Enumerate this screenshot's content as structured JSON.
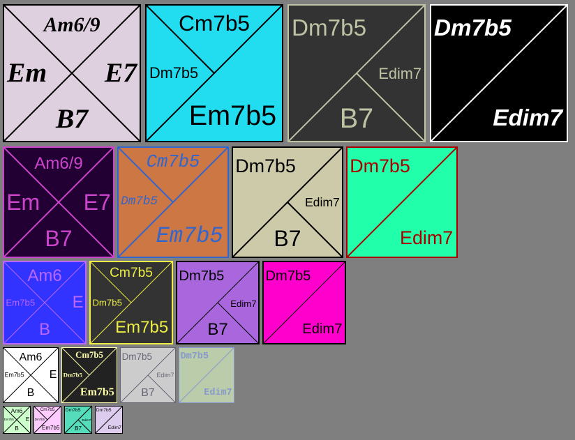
{
  "tiles": [
    {
      "kind": "x",
      "bg": "#dfd0df",
      "border": "#000000",
      "line": "#000000",
      "color": "#000000",
      "font": "serif",
      "style": "italic",
      "weight": "bold",
      "labels": {
        "top": "Am6/9",
        "left": "Em",
        "right": "E7",
        "bottom": "B7"
      }
    },
    {
      "kind": "split",
      "bg": "#22dcef",
      "border": "#000000",
      "line": "#000000",
      "color": "#000000",
      "font": "sans",
      "style": "normal",
      "weight": "normal",
      "labels": {
        "top": "Cm7b5",
        "left": "Dm7b5",
        "bottom": "Em7b5"
      }
    },
    {
      "kind": "tri",
      "bg": "#333333",
      "border": "#bcc4a4",
      "line": "#bcc4a4",
      "color": "#bcc4a4",
      "font": "sans",
      "style": "normal",
      "weight": "normal",
      "labels": {
        "topleft": "Dm7b5",
        "right": "Edim7",
        "bottom": "B7"
      }
    },
    {
      "kind": "diag",
      "bg": "#000000",
      "border": "#ffffff",
      "line": "#ffffff",
      "color": "#ffffff",
      "font": "sans",
      "style": "italic",
      "weight": "bold",
      "labels": {
        "topleft": "Dm7b5",
        "bottomright": "Edim7"
      }
    },
    {
      "kind": "x",
      "bg": "#220033",
      "border": "#cc44cc",
      "line": "#cc44cc",
      "color": "#cc44cc",
      "font": "sans",
      "style": "normal",
      "weight": "normal",
      "labels": {
        "top": "Am6/9",
        "left": "Em",
        "right": "E7",
        "bottom": "B7"
      }
    },
    {
      "kind": "split",
      "bg": "#cc7744",
      "border": "#3366cc",
      "line": "#3366cc",
      "color": "#3366cc",
      "font": "mono",
      "style": "italic",
      "weight": "normal",
      "labels": {
        "top": "Cm7b5",
        "left": "Dm7b5",
        "bottom": "Em7b5"
      }
    },
    {
      "kind": "tri",
      "bg": "#cccaa8",
      "border": "#000000",
      "line": "#000000",
      "color": "#000000",
      "font": "sans",
      "style": "normal",
      "weight": "normal",
      "labels": {
        "topleft": "Dm7b5",
        "right": "Edim7",
        "bottom": "B7"
      }
    },
    {
      "kind": "diag",
      "bg": "#22ffaa",
      "border": "#aa0000",
      "line": "#aa0000",
      "color": "#aa0000",
      "font": "sans",
      "style": "normal",
      "weight": "normal",
      "labels": {
        "topleft": "Dm7b5",
        "bottomright": "Edim7"
      }
    },
    {
      "kind": "x",
      "bg": "#3333ff",
      "border": "#bb66ff",
      "line": "#bb66ff",
      "color": "#bb66ff",
      "font": "sans",
      "style": "normal",
      "weight": "normal",
      "labels": {
        "top": "Am6",
        "left": "Em7b5",
        "right": "E",
        "bottom": "B"
      }
    },
    {
      "kind": "split",
      "bg": "#333333",
      "border": "#eeee44",
      "line": "#eeee44",
      "color": "#eeee44",
      "font": "sans",
      "style": "normal",
      "weight": "normal",
      "labels": {
        "top": "Cm7b5",
        "left": "Dm7b5",
        "bottom": "Em7b5"
      }
    },
    {
      "kind": "tri",
      "bg": "#aa66dd",
      "border": "#000000",
      "line": "#000000",
      "color": "#000000",
      "font": "sans",
      "style": "normal",
      "weight": "normal",
      "labels": {
        "topleft": "Dm7b5",
        "right": "Edim7",
        "bottom": "B7"
      }
    },
    {
      "kind": "diag",
      "bg": "#ff00cc",
      "border": "#000000",
      "line": "#000000",
      "color": "#000000",
      "font": "sans",
      "style": "normal",
      "weight": "normal",
      "labels": {
        "topleft": "Dm7b5",
        "bottomright": "Edim7"
      }
    },
    {
      "kind": "x",
      "bg": "#ffffff",
      "border": "#000000",
      "line": "#000000",
      "color": "#000000",
      "font": "sans",
      "style": "normal",
      "weight": "normal",
      "labels": {
        "top": "Am6",
        "left": "Em7b5",
        "right": "E",
        "bottom": "B"
      }
    },
    {
      "kind": "split",
      "bg": "#222222",
      "border": "#ffffaa",
      "line": "#ffffaa",
      "color": "#ffffaa",
      "font": "serif",
      "style": "normal",
      "weight": "bold",
      "labels": {
        "top": "Cm7b5",
        "left": "Dm7b5",
        "bottom": "Em7b5"
      }
    },
    {
      "kind": "tri",
      "bg": "#cccccc",
      "border": "#666677",
      "line": "#666677",
      "color": "#666677",
      "font": "sans",
      "style": "normal",
      "weight": "normal",
      "labels": {
        "topleft": "Dm7b5",
        "right": "Edim7",
        "bottom": "B7"
      }
    },
    {
      "kind": "diag",
      "bg": "#bbccaa",
      "border": "#8899cc",
      "line": "#8899cc",
      "color": "#8899cc",
      "font": "mono",
      "style": "normal",
      "weight": "bold",
      "labels": {
        "topleft": "Dm7b5",
        "bottomright": "Edim7"
      }
    },
    {
      "kind": "x",
      "bg": "#ccffcc",
      "border": "#000000",
      "line": "#000000",
      "color": "#000000",
      "font": "sans",
      "style": "normal",
      "weight": "normal",
      "labels": {
        "top": "Am6",
        "left": "Em7b5",
        "right": "E",
        "bottom": "B"
      }
    },
    {
      "kind": "split",
      "bg": "#ffccff",
      "border": "#000000",
      "line": "#000000",
      "color": "#000000",
      "font": "sans",
      "style": "normal",
      "weight": "normal",
      "labels": {
        "top": "Cm7b5",
        "left": "Dm7b5",
        "bottom": "Em7b5"
      }
    },
    {
      "kind": "tri",
      "bg": "#55ddbb",
      "border": "#000000",
      "line": "#000000",
      "color": "#000000",
      "font": "sans",
      "style": "normal",
      "weight": "normal",
      "labels": {
        "topleft": "Dm7b5",
        "right": "Edim7",
        "bottom": "B7"
      }
    },
    {
      "kind": "diag",
      "bg": "#ddccee",
      "border": "#000000",
      "line": "#000000",
      "color": "#000000",
      "font": "sans",
      "style": "normal",
      "weight": "normal",
      "labels": {
        "topleft": "Dm7b5",
        "bottomright": "Edim7"
      }
    }
  ]
}
